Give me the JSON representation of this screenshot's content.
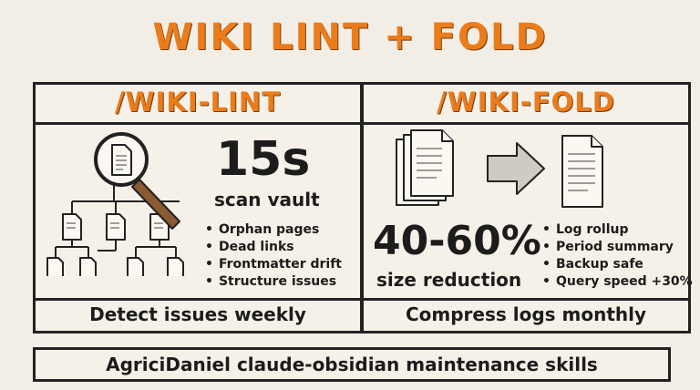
{
  "title": "WIKI LINT + FOLD",
  "lint": {
    "heading": "/WIKI-LINT",
    "stat": "15s",
    "stat_label": "scan vault",
    "items": [
      "Orphan pages",
      "Dead links",
      "Frontmatter drift",
      "Structure issues"
    ],
    "footer": "Detect issues weekly"
  },
  "fold": {
    "heading": "/WIKI-FOLD",
    "stat": "40-60%",
    "stat_label": "size reduction",
    "items": [
      "Log rollup",
      "Period summary",
      "Backup safe",
      "Query speed +30%"
    ],
    "footer": "Compress logs monthly"
  },
  "banner": "AgriciDaniel claude-obsidian maintenance skills",
  "colors": {
    "accent": "#ea7c1c",
    "ink": "#1c1c1c",
    "paper": "#f3eee5"
  },
  "icons": {
    "lint_art": "magnifier-over-page-tree-icon",
    "fold_art": "pages-arrow-to-single-page-icon"
  }
}
